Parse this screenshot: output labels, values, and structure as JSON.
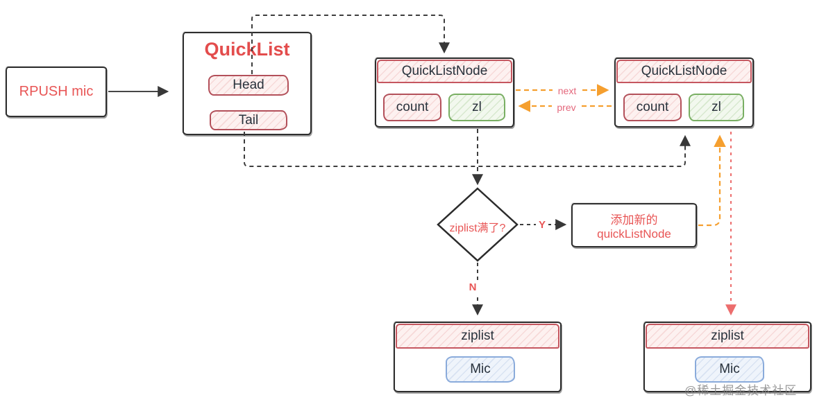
{
  "diagram": {
    "rpush": {
      "label": "RPUSH mic"
    },
    "quicklist": {
      "title": "QuickList",
      "head": "Head",
      "tail": "Tail"
    },
    "node_left": {
      "title": "QuickListNode",
      "count": "count",
      "zl": "zl"
    },
    "node_right": {
      "title": "QuickListNode",
      "count": "count",
      "zl": "zl"
    },
    "decision": {
      "label": "ziplist满了?"
    },
    "add_node": {
      "line1": "添加新的",
      "line2": "quickListNode"
    },
    "ziplist_left": {
      "title": "ziplist",
      "item": "Mic"
    },
    "ziplist_right": {
      "title": "ziplist",
      "item": "Mic"
    },
    "edges": {
      "next": "next",
      "prev": "prev",
      "yes": "Y",
      "no": "N"
    },
    "watermark": "@稀土掘金技术社区"
  },
  "colors": {
    "red_text": "#e85555",
    "dark_line": "#3d3d3d",
    "orange_line": "#f59f2f",
    "red_line": "#ec6d6d",
    "red_border": "#b3505a",
    "green_border": "#79af63",
    "blue_border": "#8aabdb"
  }
}
